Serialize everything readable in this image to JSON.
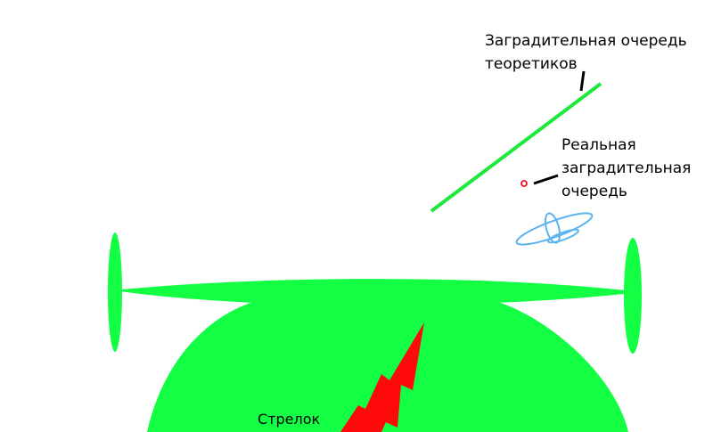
{
  "diagram": {
    "labels": {
      "theoretical_barrage": {
        "line1": "Заградительная очередь",
        "line2": "теоретиков"
      },
      "real_barrage": {
        "line1": "Реальная",
        "line2": "заградительная",
        "line3": "очередь"
      },
      "shooter": "Стрелок"
    },
    "colors": {
      "aircraft_green": "#12ff44",
      "theory_line_green": "#1ee83c",
      "fire_red": "#ff0a0a",
      "real_barrage_dot": "#e8102a",
      "target_blue": "#5ab4f0",
      "leader_black": "#000000",
      "background": "#ffffff"
    }
  }
}
